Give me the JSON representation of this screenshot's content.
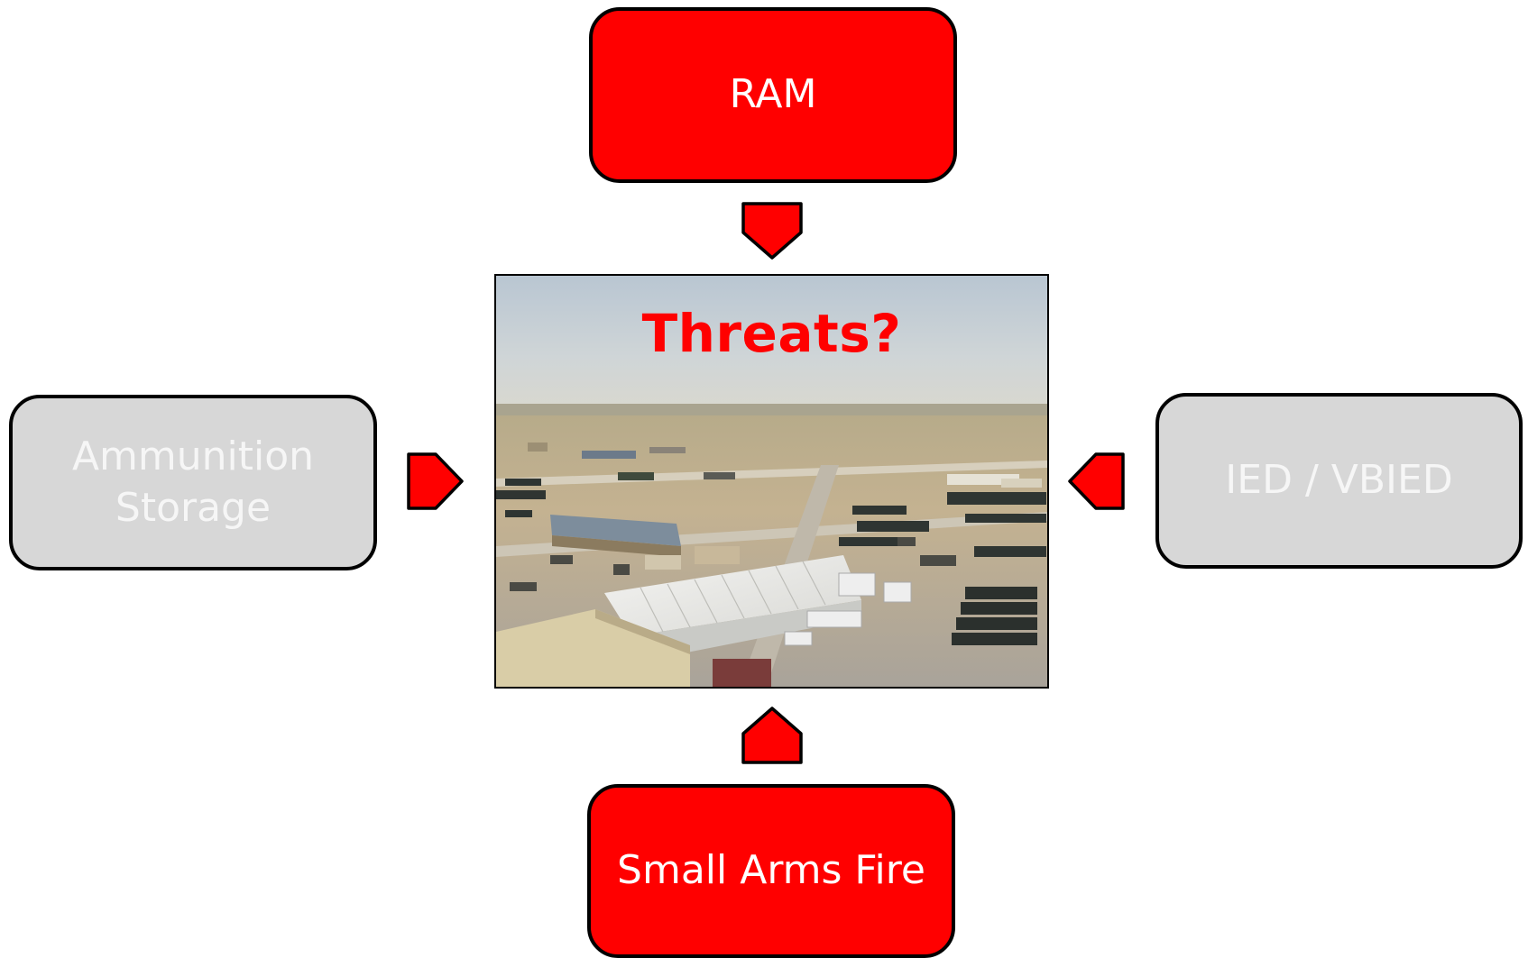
{
  "diagram": {
    "center": {
      "caption": "Threats?",
      "caption_color": "#ff0000",
      "image": "aerial photo of a military base compound"
    },
    "nodes": {
      "top": {
        "label": "RAM",
        "state": "active",
        "fill": "#ff0000"
      },
      "bottom": {
        "label": "Small Arms Fire",
        "state": "active",
        "fill": "#ff0000"
      },
      "left": {
        "label_line1": "Ammunition",
        "label_line2": "Storage",
        "state": "inactive",
        "fill": "#d7d7d7"
      },
      "right": {
        "label": "IED / VBIED",
        "state": "inactive",
        "fill": "#d7d7d7"
      }
    },
    "arrows": {
      "fill": "#ff0000",
      "stroke": "#000000",
      "directions": [
        "down",
        "up",
        "right",
        "left"
      ]
    }
  }
}
